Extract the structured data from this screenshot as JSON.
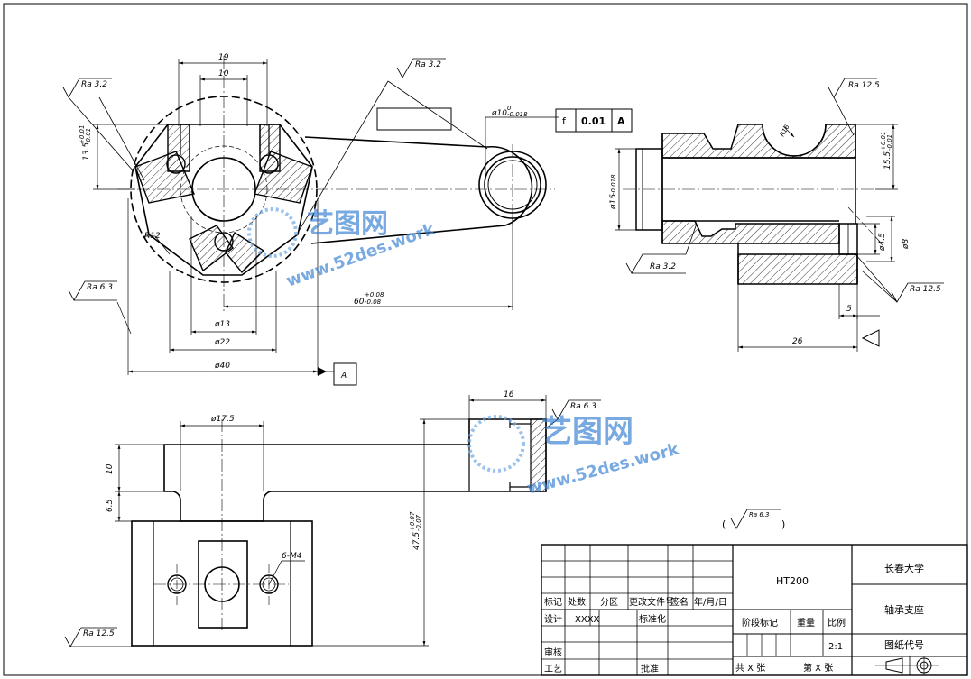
{
  "roughness": {
    "top_left": "Ra 3.2",
    "hole_top": "Ra 3.2",
    "left_mid": "Ra 6.3",
    "section_top": "Ra 12.5",
    "section_bottom_left": "Ra 3.2",
    "section_bottom_right": "Ra 12.5",
    "bottom_top": "Ra 6.3",
    "bottom_left": "Ra 12.5",
    "general": "Ra 6.3"
  },
  "dimensions": {
    "w19": "19",
    "w10": "10",
    "h13_5": "13.5",
    "h13_5_tol_up": "+0.01",
    "h13_5_tol_dn": "-0.01",
    "r12": "R12",
    "d13": "ø13",
    "d22": "ø22",
    "d40": "ø40",
    "len60": "60",
    "len60_tol_up": "+0.08",
    "len60_tol_dn": "-0.08",
    "d10": "ø10",
    "d10_tol_up": "0",
    "d10_tol_dn": "-0.018",
    "d15": "ø15",
    "d15_tol": "-0.018",
    "r16": "R16",
    "h15_5": "15.5",
    "h15_5_tol_up": "+0.01",
    "h15_5_tol_dn": "-0.01",
    "d4_5": "ø4.5",
    "d8": "ø8",
    "w5": "5",
    "w26": "26",
    "d17_5": "ø17.5",
    "w16": "16",
    "h10": "10",
    "h6_5": "6.5",
    "h47_5": "47.5",
    "h47_5_tol_up": "+0.07",
    "h47_5_tol_dn": "-0.07",
    "m4": "6-M4"
  },
  "gdt": {
    "symbol": "f",
    "tolerance": "0.01",
    "datum": "A"
  },
  "datum_label": "A",
  "watermark": {
    "brand": "艺图网",
    "url": "www.52des.work"
  },
  "title_block": {
    "material": "HT200",
    "school": "长春大学",
    "part_name": "轴承支座",
    "drawing_no_label": "图纸代号",
    "header_mark": "标记",
    "header_count": "处数",
    "header_zone": "分区",
    "header_change": "更改文件号",
    "header_sign": "签名",
    "header_date": "年/月/日",
    "design_label": "设计",
    "design_value": "XXXX",
    "standard_label": "标准化",
    "stage_label": "阶段标记",
    "weight_label": "重量",
    "scale_label": "比例",
    "scale_value": "2:1",
    "review_label": "审核",
    "process_label": "工艺",
    "approve_label": "批准",
    "sheets_total": "共 X 张",
    "sheet_num": "第 X 张"
  }
}
